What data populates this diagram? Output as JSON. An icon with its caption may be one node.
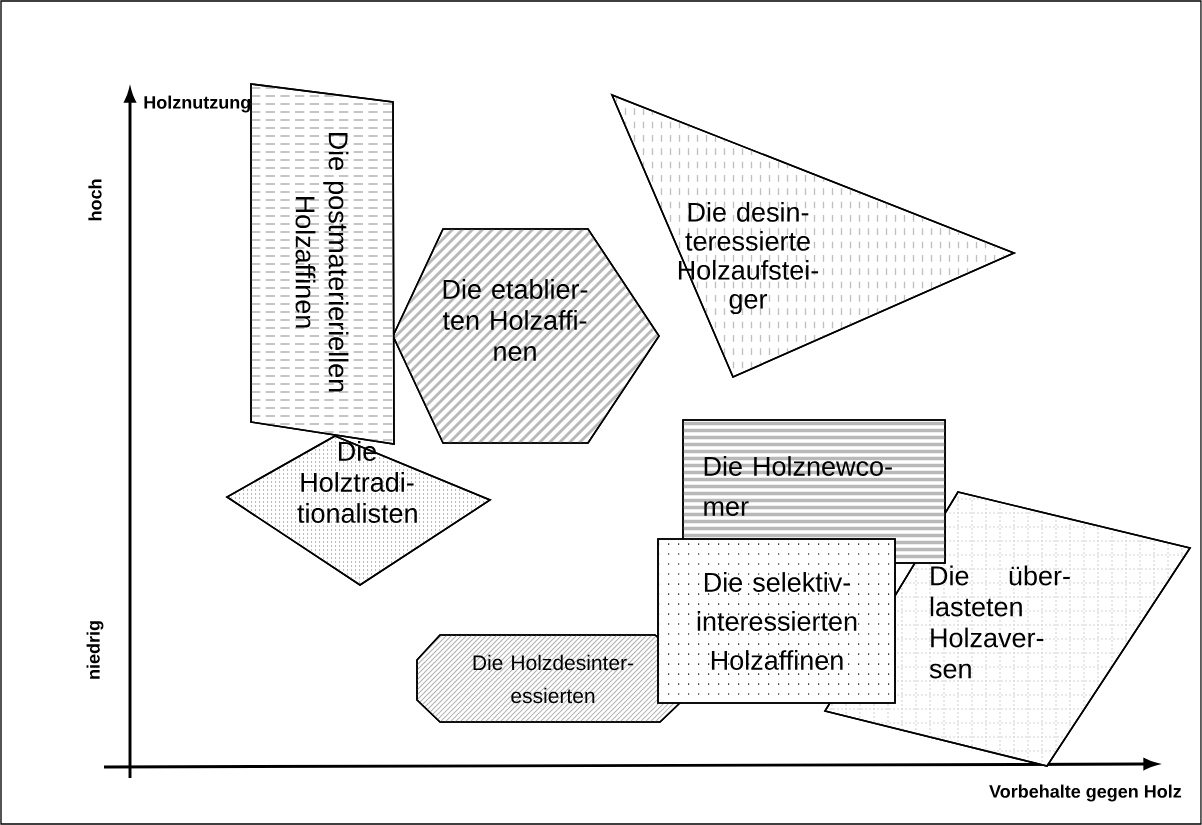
{
  "diagram": {
    "nodes": [
      {
        "text": [
          "Die postmaterieriellen Holzaffinen"
        ]
      },
      {
        "text": [
          "Die desin- teressierte Holzaufstei- ger"
        ]
      },
      {
        "text": [
          "Die etablier- ten Holzaffi- nen"
        ]
      },
      {
        "text": [
          "Die Holznewco- mer"
        ]
      },
      {
        "text": [
          "Die Holztradi- tionalisten"
        ]
      },
      {
        "text": [
          "Die über- lasteten Holzaver- sen"
        ]
      },
      {
        "text": [
          "Die selektiv- interessierten Holzaffinen"
        ]
      },
      {
        "text": [
          "Die Holzdesinter- essierten"
        ]
      }
    ],
    "labels": [
      "Holznutzung",
      "hoch",
      "niedrig",
      "Vorbehalte gegen Holz"
    ]
  }
}
